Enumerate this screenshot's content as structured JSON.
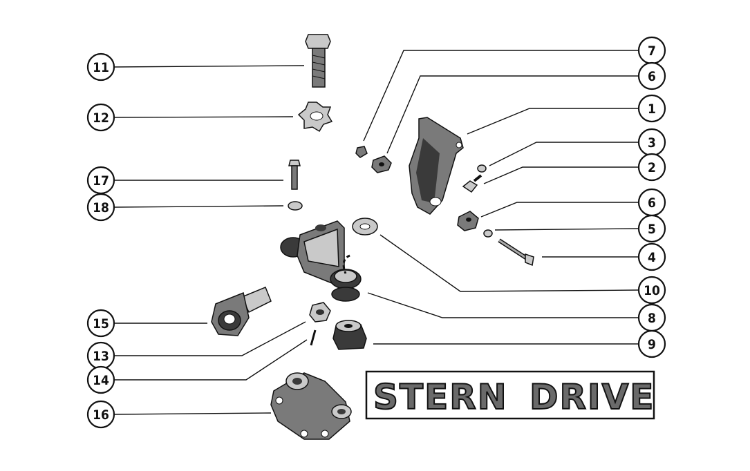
{
  "title": {
    "word1": "STERN",
    "word2": "DRIVE"
  },
  "callouts": {
    "c11": "11",
    "c12": "12",
    "c17": "17",
    "c18": "18",
    "c15": "15",
    "c13": "13",
    "c14": "14",
    "c16": "16",
    "c7": "7",
    "c6a": "6",
    "c1": "1",
    "c3": "3",
    "c2": "2",
    "c6b": "6",
    "c5": "5",
    "c4": "4",
    "c10": "10",
    "c8": "8",
    "c9": "9"
  }
}
